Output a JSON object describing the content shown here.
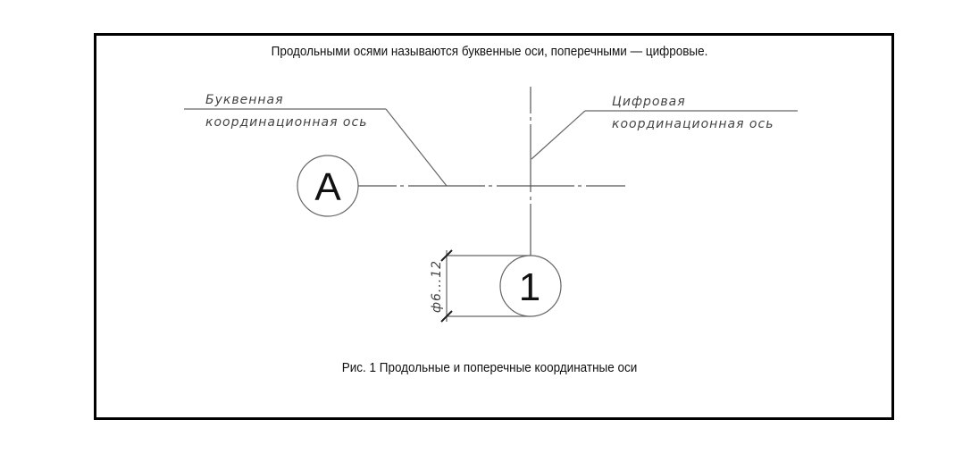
{
  "figure": {
    "heading": "Продольными осями называются буквенные оси, поперечными — цифровые.",
    "caption": "Рис. 1 Продольные и поперечные координатные оси",
    "letter_axis_label": {
      "line1": "Буквенная",
      "line2": "координационная ось"
    },
    "digit_axis_label": {
      "line1": "Цифровая",
      "line2": "координационная ось"
    },
    "letter_axis_marker": "А",
    "digit_axis_marker": "1",
    "dimension_label": "ф6...12"
  }
}
